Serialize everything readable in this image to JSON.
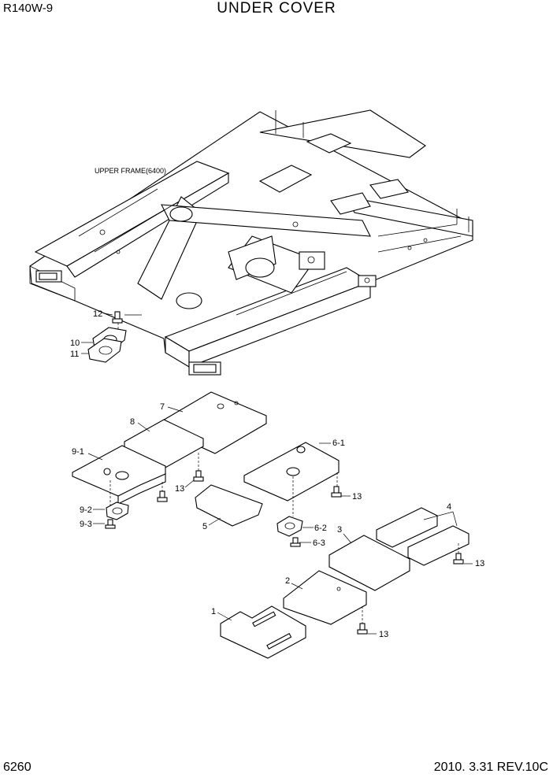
{
  "header": {
    "model": "R140W-9",
    "title": "UNDER COVER"
  },
  "footer": {
    "page": "6260",
    "revision": "2010. 3.31  REV.10C"
  },
  "labels": {
    "upper_frame": "UPPER FRAME(6400)",
    "c1": "1",
    "c2": "2",
    "c3": "3",
    "c4": "4",
    "c5": "5",
    "c6_1": "6-1",
    "c6_2": "6-2",
    "c6_3": "6-3",
    "c7": "7",
    "c8": "8",
    "c9_1": "9-1",
    "c9_2": "9-2",
    "c9_3": "9-3",
    "c10": "10",
    "c11": "11",
    "c12": "12",
    "c13_a": "13",
    "c13_b": "13",
    "c13_c": "13",
    "c13_d": "13"
  }
}
